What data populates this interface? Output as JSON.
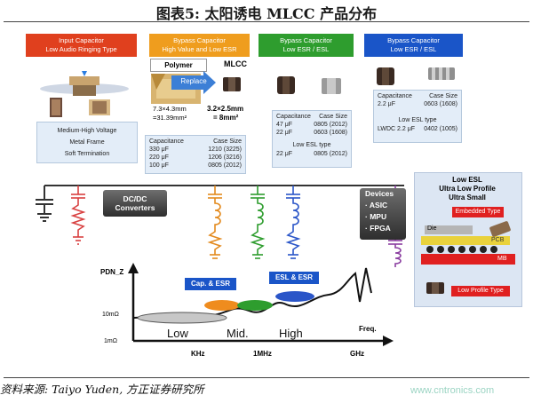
{
  "title": "图表5:  太阳诱电 MLCC 产品分布",
  "headers": [
    {
      "line1": "Input Capacitor",
      "line2": "Low Audio Ringing Type",
      "color": "#e0401e"
    },
    {
      "line1": "Bypass Capacitor",
      "line2": "High Value and Low ESR",
      "color": "#ef9d1e"
    },
    {
      "line1": "Bypass Capacitor",
      "line2": "Low ESR / ESL",
      "color": "#2e9d2e"
    },
    {
      "line1": "Bypass Capacitor",
      "line2": "Low ESR / ESL",
      "color": "#1a55c8"
    }
  ],
  "input_features": [
    "Medium-High Voltage",
    "Metal Frame",
    "Soft Termination"
  ],
  "polymer": {
    "label": "Polymer",
    "replace": "Replace",
    "mlcc": "MLCC",
    "size1": "7.3×4.3mm",
    "area1": "=31.39mm²",
    "size2": "3.2×2.5mm",
    "area2": "= 8mm²"
  },
  "table_orange": {
    "h1": "Capacitance",
    "h2": "Case Size",
    "rows": [
      [
        "330 μF",
        "1210 (3225)"
      ],
      [
        "220 μF",
        "1206 (3216)"
      ],
      [
        "100 μF",
        "0805 (2012)"
      ]
    ]
  },
  "table_green": {
    "h1": "Capacitance",
    "h2": "Case Size",
    "rows": [
      [
        "47 μF",
        "0805 (2012)"
      ],
      [
        "22 μF",
        "0603 (1608)"
      ]
    ],
    "esl_title": "Low ESL type",
    "esl_rows": [
      [
        "22 μF",
        "0805 (2012)"
      ]
    ]
  },
  "table_blue": {
    "h1": "Capacitance",
    "h2": "Case Size",
    "rows": [
      [
        "2.2 μF",
        "0603 (1608)"
      ]
    ],
    "esl_title": "Low ESL type",
    "esl_rows": [
      [
        "LWDC 2.2 μF",
        "0402 (1005)"
      ]
    ]
  },
  "dcdc": "DC/DC Converters",
  "devices": {
    "title": "Devices",
    "items": [
      "ASIC",
      "MPU",
      "FPGA"
    ]
  },
  "embedded": {
    "line1": "Low ESL",
    "line2": "Ultra Low Profile",
    "line3": "Ultra Small",
    "embedded_type": "Embedded Type",
    "die": "Die",
    "pcb": "PCB",
    "mb": "MB",
    "low_profile": "Low Profile Type"
  },
  "pdn": {
    "ylabel": "PDN_Z",
    "y1": "10mΩ",
    "y2": "1mΩ",
    "bands": [
      "Low",
      "Mid.",
      "High"
    ],
    "freq": "Freq.",
    "ticks": [
      "KHz",
      "1MHz",
      "GHz"
    ],
    "cap_esr": "Cap. & ESR",
    "esl_esr": "ESL & ESR"
  },
  "footer": "资料来源: Taiyo Yuden, 方正证券研究所",
  "watermark": "www.cntronics.com"
}
